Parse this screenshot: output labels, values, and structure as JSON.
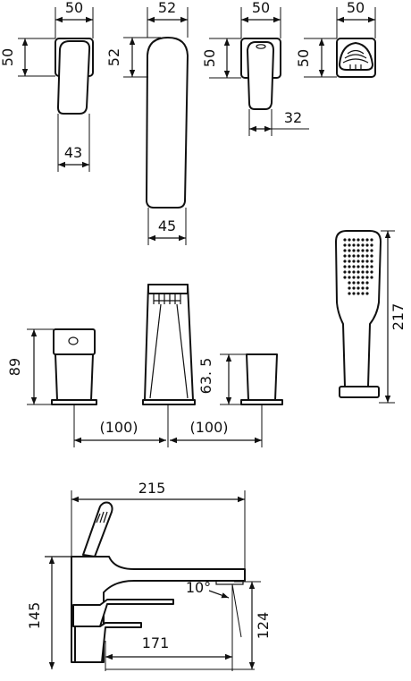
{
  "top_views": {
    "lever_a": {
      "width": "50",
      "height": "50",
      "depth": "43"
    },
    "spout": {
      "width": "52",
      "height": "52",
      "depth": "45"
    },
    "lever_b": {
      "width": "50",
      "height": "50",
      "depth": "32"
    },
    "diverter": {
      "width": "50",
      "height": "50"
    }
  },
  "front_view": {
    "handle_height": "89",
    "spacing_left": "(100)",
    "spacing_right": "(100)",
    "diverter_height": "63. 5",
    "hand_shower_height": "217"
  },
  "side_view": {
    "total_length": "215",
    "height": "145",
    "outlet_angle": "10°",
    "outlet_reach": "171",
    "outlet_height": "124"
  }
}
